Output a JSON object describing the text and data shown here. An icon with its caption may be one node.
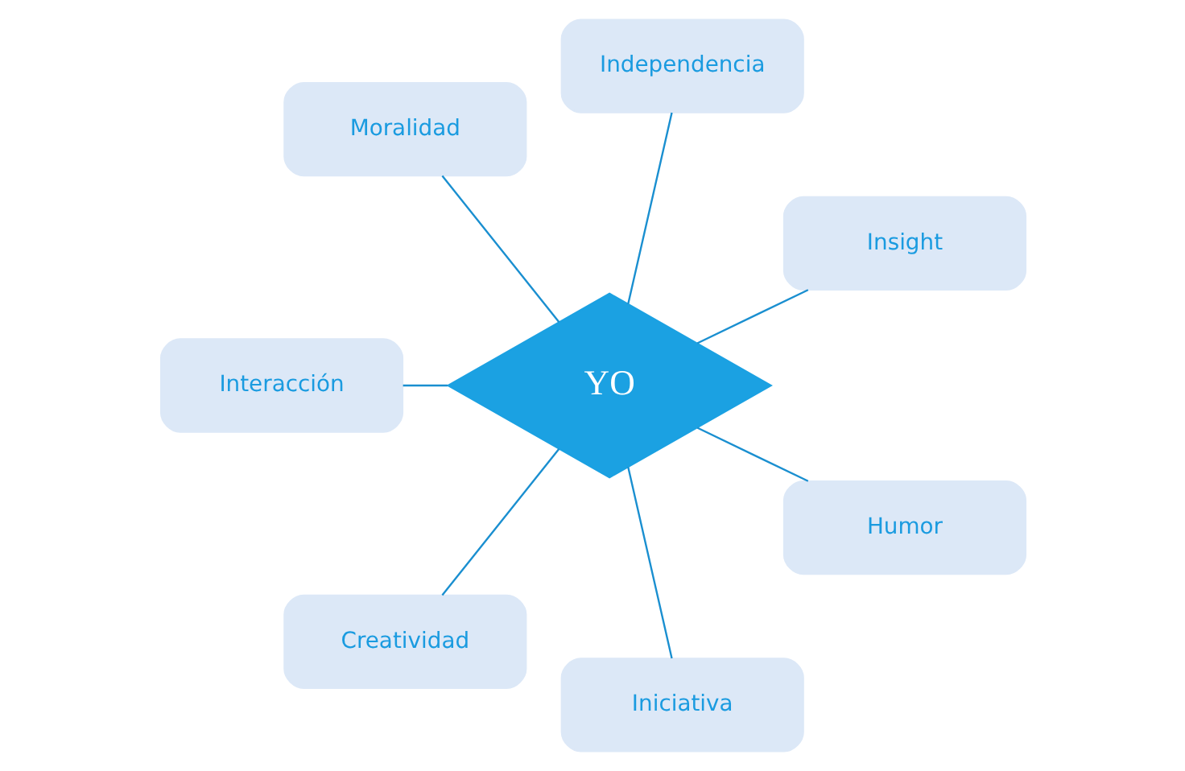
{
  "diagram": {
    "nodes": [
      {
        "text": [
          "Insight"
        ]
      },
      {
        "text": [
          "Independencia"
        ]
      },
      {
        "text": [
          "Moralidad"
        ]
      },
      {
        "text": [
          "YO"
        ]
      },
      {
        "text": [
          "Interacción"
        ]
      },
      {
        "text": [
          "Creatividad"
        ]
      },
      {
        "text": [
          "Iniciativa"
        ]
      },
      {
        "text": [
          "Humor"
        ]
      }
    ],
    "edges": [
      {
        "from": 3,
        "to": 0,
        "arrow": "none"
      },
      {
        "from": 3,
        "to": 1,
        "arrow": "none"
      },
      {
        "from": 3,
        "to": 2,
        "arrow": "none"
      },
      {
        "from": 3,
        "to": 4,
        "arrow": "none"
      },
      {
        "from": 3,
        "to": 5,
        "arrow": "none"
      },
      {
        "from": 3,
        "to": 6,
        "arrow": "none"
      },
      {
        "from": 3,
        "to": 7,
        "arrow": "none"
      }
    ]
  }
}
